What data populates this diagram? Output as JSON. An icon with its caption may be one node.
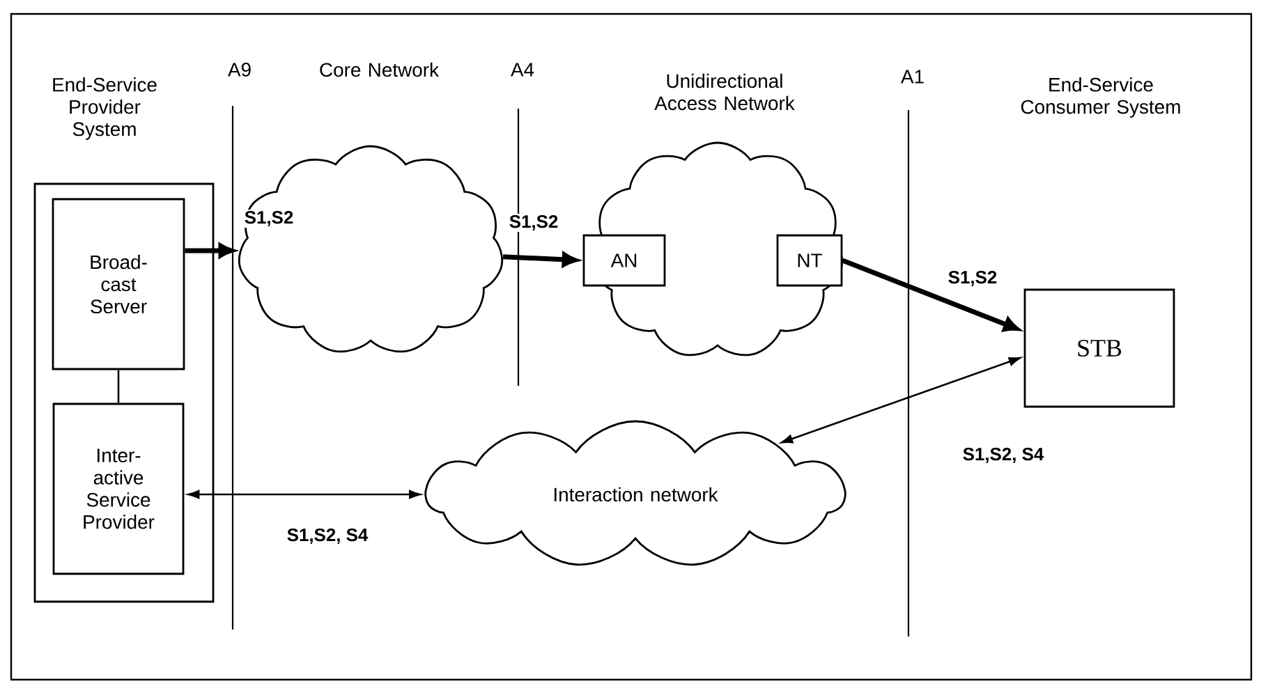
{
  "diagram": {
    "nodes": [
      {
        "text": [
          "End-Service Provider System"
        ]
      },
      {
        "text": [
          "Broad- cast Server"
        ],
        "in": 0
      },
      {
        "text": [
          "Inter- active Service Provider"
        ],
        "in": 0
      },
      {
        "text": [
          "Core Network"
        ]
      },
      {
        "text": [
          "Unidirectional Access Network"
        ]
      },
      {
        "text": [
          "AN"
        ],
        "in": 4
      },
      {
        "text": [
          "NT"
        ],
        "in": 4
      },
      {
        "text": [
          "STB"
        ]
      },
      {
        "text": [
          "Interaction network"
        ]
      }
    ],
    "edges": [
      {
        "from": 1,
        "to": 3,
        "arrow": "to",
        "label": "S1,S2",
        "style": "thick"
      },
      {
        "from": 3,
        "to": 5,
        "arrow": "to",
        "label": "S1,S2",
        "style": "thick"
      },
      {
        "from": 6,
        "to": 7,
        "arrow": "to",
        "label": "S1,S2",
        "style": "thick"
      },
      {
        "from": 1,
        "to": 2,
        "arrow": "none"
      },
      {
        "from": 2,
        "to": 8,
        "arrow": "both",
        "label": "S1,S2, S4"
      },
      {
        "from": 8,
        "to": 7,
        "arrow": "both",
        "label": "S1,S2, S4"
      }
    ],
    "labels": [
      "A9",
      "A4",
      "A1",
      "End-Service Consumer System"
    ]
  }
}
